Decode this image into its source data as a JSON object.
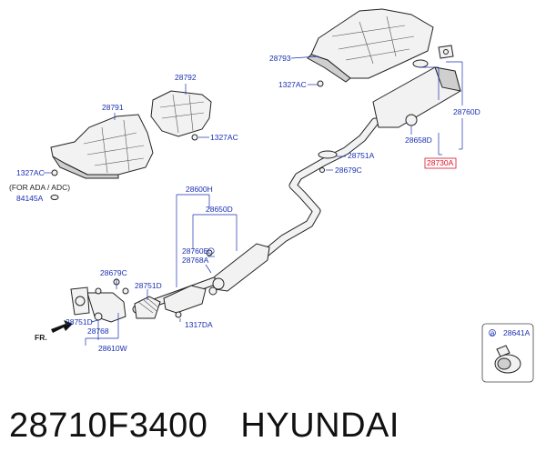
{
  "labels": {
    "l28793": "28793",
    "l1327ac_top": "1327AC",
    "l28792": "28792",
    "l28791": "28791",
    "l1327ac_mid": "1327AC",
    "l1327ac_left": "1327AC",
    "l_ada": "(FOR ADA / ADC)",
    "l84145a": "84145A",
    "l28760d": "28760D",
    "l28658d": "28658D",
    "l28730a": "28730A",
    "l28751a": "28751A",
    "l28679c_r": "28679C",
    "l28600h": "28600H",
    "l28650d": "28650D",
    "l28760e": "28760E",
    "l28768a": "28768A",
    "l28679c_l": "28679C",
    "l28751d_mid": "28751D",
    "l28751d_left": "28751D",
    "l28768": "28768",
    "l28610w": "28610W",
    "l1317da": "1317DA",
    "l_fr": "FR.",
    "l28641a": "28641A"
  },
  "footer": {
    "part_number": "28710F3400",
    "brand": "HYUNDAI"
  },
  "colors": {
    "label_blue": "#1a2fb0",
    "highlight_red": "#e0102a",
    "line_dark": "#222222"
  }
}
